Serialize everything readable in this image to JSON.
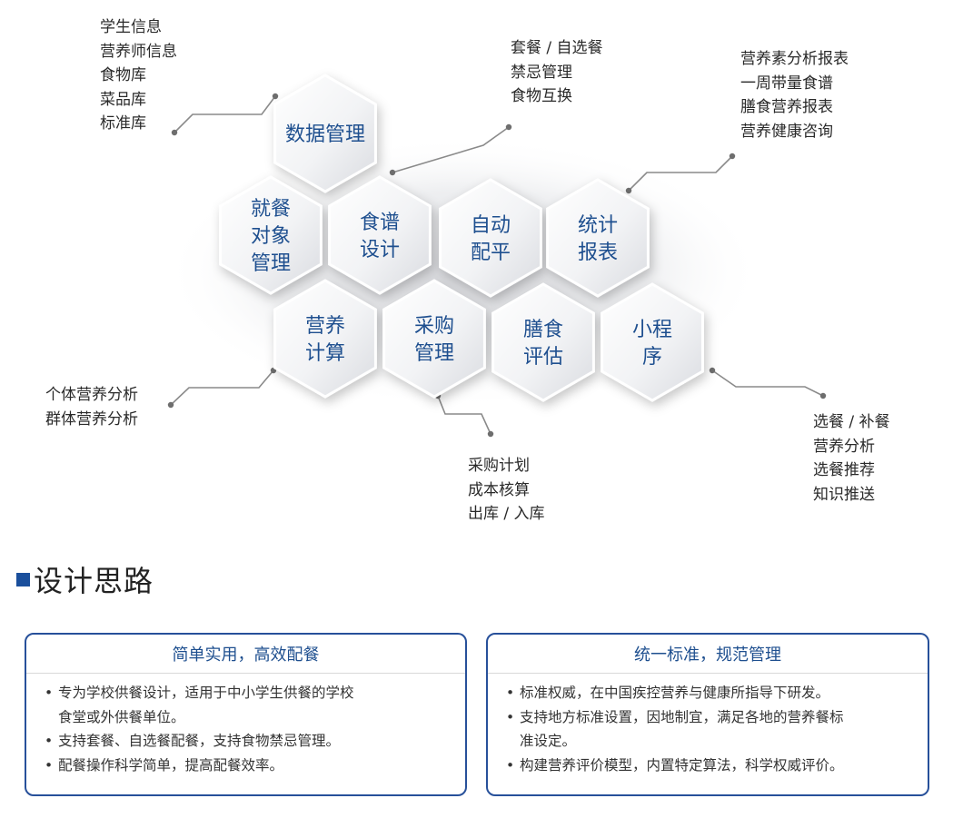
{
  "hexagons": [
    {
      "id": "data",
      "lines": [
        "数据管理"
      ]
    },
    {
      "id": "diner",
      "lines": [
        "就餐",
        "对象",
        "管理"
      ]
    },
    {
      "id": "recipe",
      "lines": [
        "食谱",
        "设计"
      ]
    },
    {
      "id": "auto",
      "lines": [
        "自动",
        "配平"
      ]
    },
    {
      "id": "stats",
      "lines": [
        "统计",
        "报表"
      ]
    },
    {
      "id": "nutri",
      "lines": [
        "营养",
        "计算"
      ]
    },
    {
      "id": "purchase",
      "lines": [
        "采购",
        "管理"
      ]
    },
    {
      "id": "meal",
      "lines": [
        "膳食",
        "评估"
      ]
    },
    {
      "id": "mini",
      "lines": [
        "小程",
        "序"
      ]
    }
  ],
  "annotations": {
    "data": [
      "学生信息",
      "营养师信息",
      "食物库",
      "菜品库",
      "标准库"
    ],
    "recipe": [
      "套餐 / 自选餐",
      "禁忌管理",
      "食物互换"
    ],
    "stats": [
      "营养素分析报表",
      "一周带量食谱",
      "膳食营养报表",
      "营养健康咨询"
    ],
    "nutri": [
      "个体营养分析",
      "群体营养分析"
    ],
    "purchase": [
      "采购计划",
      "成本核算",
      "出库 / 入库"
    ],
    "mini": [
      "选餐 / 补餐",
      "营养分析",
      "选餐推荐",
      "知识推送"
    ]
  },
  "section": {
    "title": "设计思路"
  },
  "cards": [
    {
      "title": "简单实用，高效配餐",
      "items": [
        [
          "专为学校供餐设计，适用于中小学生供餐的学校",
          "食堂或外供餐单位。"
        ],
        [
          "支持套餐、自选餐配餐，支持食物禁忌管理。"
        ],
        [
          "配餐操作科学简单，提高配餐效率。"
        ]
      ]
    },
    {
      "title": "统一标准，规范管理",
      "items": [
        [
          "标准权威，在中国疾控营养与健康所指导下研发。"
        ],
        [
          "支持地方标准设置，因地制宜，满足各地的营养餐标",
          "准设定。"
        ],
        [
          "构建营养评价模型，内置特定算法，科学权威评价。"
        ]
      ]
    }
  ],
  "colors": {
    "accent": "#1e4f8f",
    "border": "#27509a",
    "connector": "#8a8a8a"
  }
}
